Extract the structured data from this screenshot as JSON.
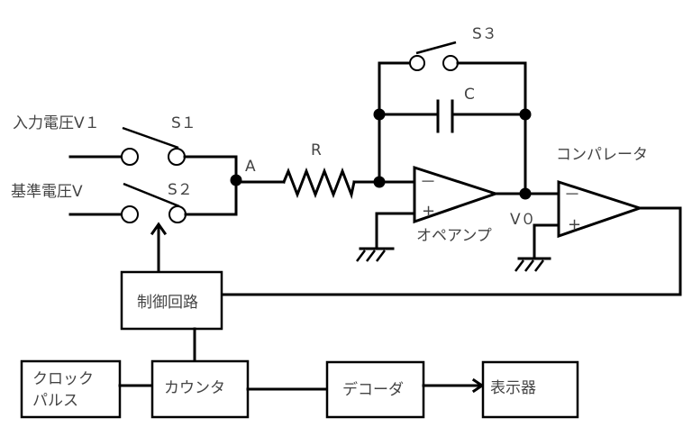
{
  "diagram": {
    "title": "二重積分型A/D変換器 回路図",
    "labels": {
      "input_voltage": "入力電圧V１",
      "reference_voltage": "基準電圧V",
      "s1": "S１",
      "s2": "S２",
      "s3": "S３",
      "node_a": "A",
      "resistor": "R",
      "capacitor": "C",
      "v0": "V０",
      "opamp": "オペアンプ",
      "comparator": "コンパレータ",
      "minus": "－",
      "plus": "+"
    },
    "blocks": {
      "control": "制御回路",
      "clock_line1": "クロック",
      "clock_line2": "パルス",
      "counter": "カウンタ",
      "decoder": "デコーダ",
      "display": "表示器"
    }
  }
}
